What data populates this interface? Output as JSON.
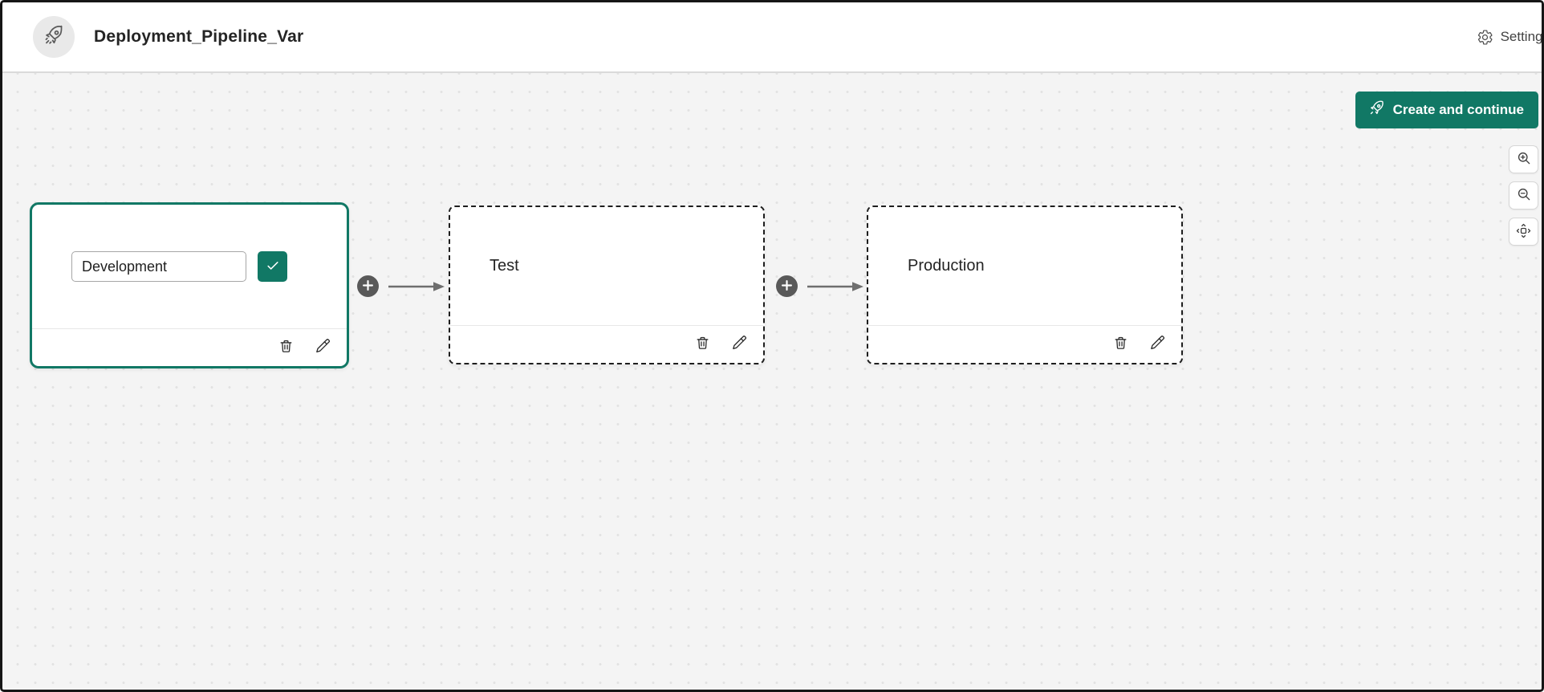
{
  "header": {
    "title": "Deployment_Pipeline_Var",
    "settings_label": "Settings"
  },
  "actions": {
    "create_button_label": "Create and continue"
  },
  "canvas": {
    "stages": [
      {
        "name": "Development",
        "state": "editing-selected",
        "input_value": "Development"
      },
      {
        "name": "Test",
        "state": "placeholder"
      },
      {
        "name": "Production",
        "state": "placeholder"
      }
    ],
    "connectors": [
      {
        "from": "Development",
        "to": "Test"
      },
      {
        "from": "Test",
        "to": "Production"
      }
    ]
  },
  "icons": {
    "plus_glyph": "+"
  },
  "colors": {
    "accent": "#117865",
    "canvas_background": "#f4f4f4",
    "connector_gray": "#6e6e6e",
    "dashed_border": "#1e1e1e"
  }
}
